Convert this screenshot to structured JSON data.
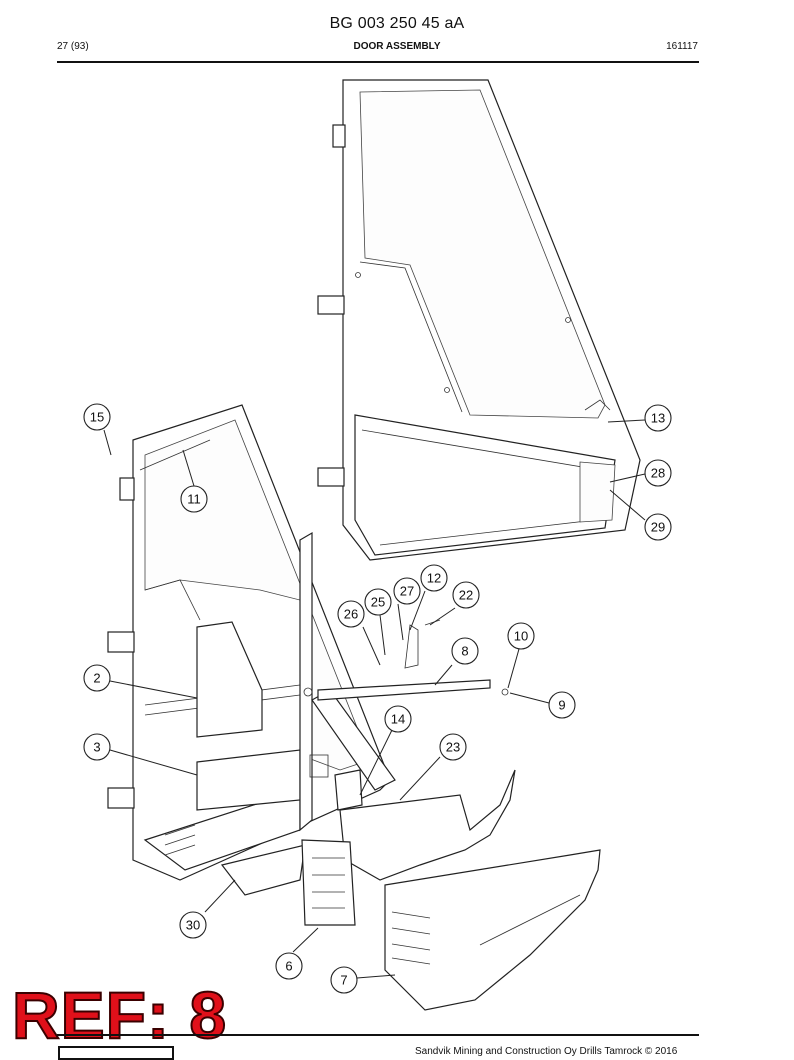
{
  "header": {
    "doc_number": "BG 003 250 45 aA",
    "page": "27 (93)",
    "title": "DOOR ASSEMBLY",
    "date_code": "161117"
  },
  "callouts": [
    {
      "label": "15"
    },
    {
      "label": "11"
    },
    {
      "label": "2"
    },
    {
      "label": "3"
    },
    {
      "label": "30"
    },
    {
      "label": "6"
    },
    {
      "label": "7"
    },
    {
      "label": "26"
    },
    {
      "label": "25"
    },
    {
      "label": "27"
    },
    {
      "label": "12"
    },
    {
      "label": "22"
    },
    {
      "label": "10"
    },
    {
      "label": "8"
    },
    {
      "label": "9"
    },
    {
      "label": "14"
    },
    {
      "label": "23"
    },
    {
      "label": "13"
    },
    {
      "label": "28"
    },
    {
      "label": "29"
    }
  ],
  "stamp": {
    "text": "REF: 8"
  },
  "footer": {
    "copyright": "Sandvik Mining and Construction Oy Drills Tamrock © 2016"
  }
}
